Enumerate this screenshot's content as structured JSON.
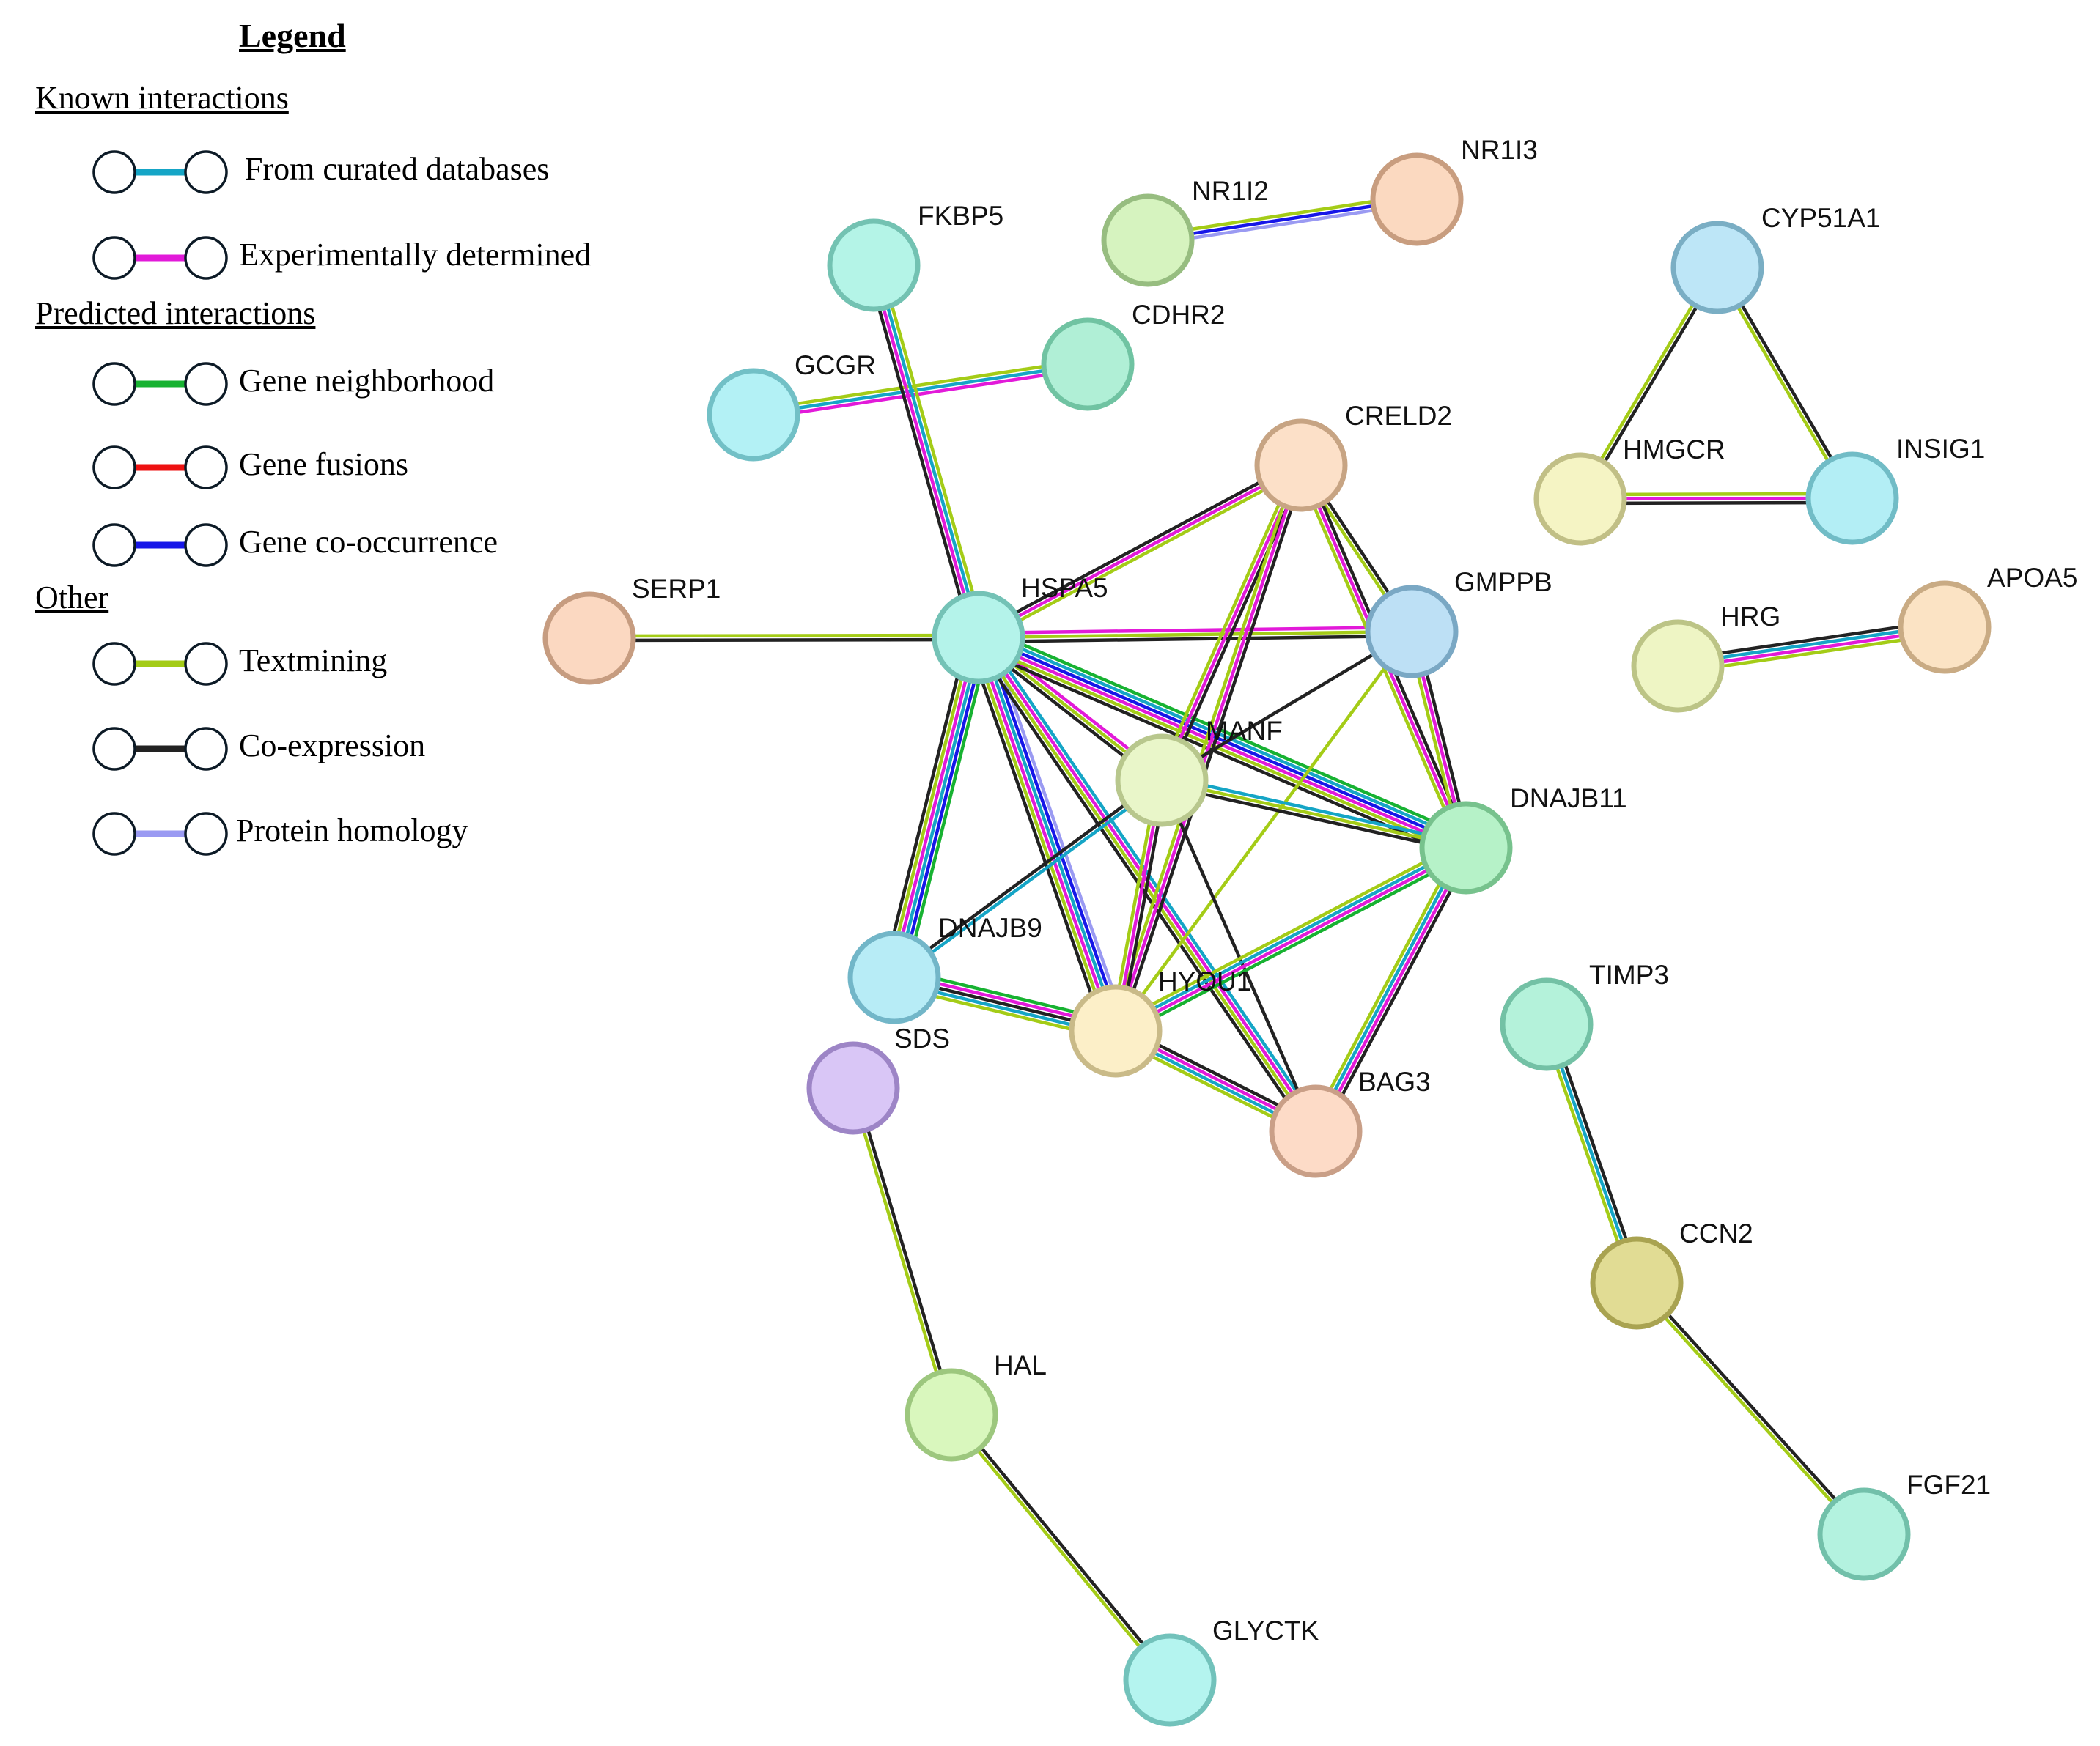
{
  "legend": {
    "title": "Legend",
    "sections": {
      "known": "Known interactions",
      "predicted": "Predicted interactions",
      "other": "Other"
    },
    "items": [
      {
        "label": "From curated databases",
        "color": "#15a5c6"
      },
      {
        "label": "Experimentally determined",
        "color": "#e21ad9"
      },
      {
        "label": "Gene neighborhood",
        "color": "#17b231"
      },
      {
        "label": "Gene fusions",
        "color": "#ee1111"
      },
      {
        "label": "Gene co-occurrence",
        "color": "#1616e8"
      },
      {
        "label": "Textmining",
        "color": "#a4cc17"
      },
      {
        "label": "Co-expression",
        "color": "#222222"
      },
      {
        "label": "Protein homology",
        "color": "#9a9af2"
      }
    ]
  },
  "nodes": [
    {
      "id": "NR1I2",
      "fill": "#d6f3bf",
      "stroke": "#97bd80"
    },
    {
      "id": "NR1I3",
      "fill": "#fbd9c0",
      "stroke": "#c89d7f"
    },
    {
      "id": "CYP51A1",
      "fill": "#bde6f7",
      "stroke": "#7aaec4"
    },
    {
      "id": "FKBP5",
      "fill": "#b4f4e7",
      "stroke": "#73c2b2"
    },
    {
      "id": "CDHR2",
      "fill": "#b0efd6",
      "stroke": "#70c3a2"
    },
    {
      "id": "GCGR",
      "fill": "#b3f1f5",
      "stroke": "#72c0c6"
    },
    {
      "id": "CRELD2",
      "fill": "#fce0c8",
      "stroke": "#c7a483"
    },
    {
      "id": "HMGCR",
      "fill": "#f5f4c4",
      "stroke": "#c1bf86"
    },
    {
      "id": "INSIG1",
      "fill": "#b3eef5",
      "stroke": "#71bcc6"
    },
    {
      "id": "SERP1",
      "fill": "#fbd8c1",
      "stroke": "#c69c80"
    },
    {
      "id": "HSPA5",
      "fill": "#b4f3ea",
      "stroke": "#74c2b6"
    },
    {
      "id": "GMPPB",
      "fill": "#bde0f5",
      "stroke": "#7aa8c4"
    },
    {
      "id": "HRG",
      "fill": "#eef5c4",
      "stroke": "#bcc486"
    },
    {
      "id": "APOA5",
      "fill": "#fbe3c4",
      "stroke": "#c9ab84"
    },
    {
      "id": "MANF",
      "fill": "#e9f6c9",
      "stroke": "#b8c78d"
    },
    {
      "id": "DNAJB11",
      "fill": "#b6f2c8",
      "stroke": "#77c28d"
    },
    {
      "id": "DNAJB9",
      "fill": "#b7ecf6",
      "stroke": "#72b6c8"
    },
    {
      "id": "HYOU1",
      "fill": "#fcefc8",
      "stroke": "#c9ba88"
    },
    {
      "id": "SDS",
      "fill": "#d9c6f6",
      "stroke": "#9d85c6"
    },
    {
      "id": "BAG3",
      "fill": "#fddbc7",
      "stroke": "#c99f87"
    },
    {
      "id": "TIMP3",
      "fill": "#b4f2da",
      "stroke": "#73c1a5"
    },
    {
      "id": "CCN2",
      "fill": "#e1dc94",
      "stroke": "#a9a351"
    },
    {
      "id": "HAL",
      "fill": "#d9f7bd",
      "stroke": "#9dc77e"
    },
    {
      "id": "FGF21",
      "fill": "#b3f2df",
      "stroke": "#72c0aa"
    },
    {
      "id": "GLYCTK",
      "fill": "#b4f4ef",
      "stroke": "#72c2bb"
    }
  ],
  "edges": [
    {
      "a": "NR1I2",
      "b": "NR1I3",
      "types": [
        "text",
        "coocc",
        "homology"
      ]
    },
    {
      "a": "CYP51A1",
      "b": "HMGCR",
      "types": [
        "coexp",
        "text"
      ]
    },
    {
      "a": "CYP51A1",
      "b": "INSIG1",
      "types": [
        "coexp",
        "text"
      ]
    },
    {
      "a": "HMGCR",
      "b": "INSIG1",
      "types": [
        "text",
        "exp",
        "coexp"
      ]
    },
    {
      "a": "GCGR",
      "b": "CDHR2",
      "types": [
        "text",
        "db",
        "exp"
      ]
    },
    {
      "a": "FKBP5",
      "b": "HSPA5",
      "types": [
        "text",
        "db",
        "exp",
        "coexp"
      ]
    },
    {
      "a": "SERP1",
      "b": "HSPA5",
      "types": [
        "text",
        "coexp"
      ]
    },
    {
      "a": "HRG",
      "b": "APOA5",
      "types": [
        "coexp",
        "db",
        "exp",
        "text"
      ]
    },
    {
      "a": "HSPA5",
      "b": "CRELD2",
      "types": [
        "coexp",
        "exp",
        "text"
      ]
    },
    {
      "a": "HSPA5",
      "b": "GMPPB",
      "types": [
        "exp",
        "text",
        "coexp"
      ]
    },
    {
      "a": "HSPA5",
      "b": "MANF",
      "types": [
        "exp",
        "text",
        "coexp"
      ]
    },
    {
      "a": "HSPA5",
      "b": "DNAJB11",
      "types": [
        "neigh",
        "db",
        "coocc",
        "exp",
        "text",
        "coexp"
      ]
    },
    {
      "a": "HSPA5",
      "b": "DNAJB9",
      "types": [
        "neigh",
        "coocc",
        "db",
        "exp",
        "text",
        "coexp"
      ]
    },
    {
      "a": "HSPA5",
      "b": "HYOU1",
      "types": [
        "homology",
        "coocc",
        "db",
        "exp",
        "text",
        "coexp"
      ]
    },
    {
      "a": "HSPA5",
      "b": "BAG3",
      "types": [
        "db",
        "exp",
        "text",
        "coexp"
      ]
    },
    {
      "a": "CRELD2",
      "b": "GMPPB",
      "types": [
        "coexp",
        "text"
      ]
    },
    {
      "a": "CRELD2",
      "b": "MANF",
      "types": [
        "coexp",
        "exp",
        "text"
      ]
    },
    {
      "a": "CRELD2",
      "b": "DNAJB11",
      "types": [
        "coexp",
        "exp",
        "text"
      ]
    },
    {
      "a": "CRELD2",
      "b": "HYOU1",
      "types": [
        "coexp",
        "exp",
        "text"
      ]
    },
    {
      "a": "GMPPB",
      "b": "DNAJB11",
      "types": [
        "coexp",
        "exp",
        "text"
      ]
    },
    {
      "a": "GMPPB",
      "b": "MANF",
      "types": [
        "coexp"
      ]
    },
    {
      "a": "GMPPB",
      "b": "HYOU1",
      "types": [
        "text"
      ]
    },
    {
      "a": "MANF",
      "b": "DNAJB11",
      "types": [
        "db",
        "text",
        "coexp"
      ]
    },
    {
      "a": "MANF",
      "b": "DNAJB9",
      "types": [
        "db",
        "coexp"
      ]
    },
    {
      "a": "MANF",
      "b": "HYOU1",
      "types": [
        "coexp",
        "exp",
        "text"
      ]
    },
    {
      "a": "MANF",
      "b": "BAG3",
      "types": [
        "coexp"
      ]
    },
    {
      "a": "DNAJB11",
      "b": "HYOU1",
      "types": [
        "neigh",
        "exp",
        "db",
        "text"
      ]
    },
    {
      "a": "DNAJB11",
      "b": "BAG3",
      "types": [
        "coexp",
        "exp",
        "db",
        "text"
      ]
    },
    {
      "a": "DNAJB9",
      "b": "HYOU1",
      "types": [
        "neigh",
        "exp",
        "coexp",
        "db",
        "text"
      ]
    },
    {
      "a": "HYOU1",
      "b": "BAG3",
      "types": [
        "coexp",
        "exp",
        "db",
        "text"
      ]
    },
    {
      "a": "SDS",
      "b": "HAL",
      "types": [
        "coexp",
        "text"
      ]
    },
    {
      "a": "HAL",
      "b": "GLYCTK",
      "types": [
        "coexp",
        "text"
      ]
    },
    {
      "a": "TIMP3",
      "b": "CCN2",
      "types": [
        "coexp",
        "db",
        "text"
      ]
    },
    {
      "a": "CCN2",
      "b": "FGF21",
      "types": [
        "coexp",
        "text"
      ]
    }
  ]
}
